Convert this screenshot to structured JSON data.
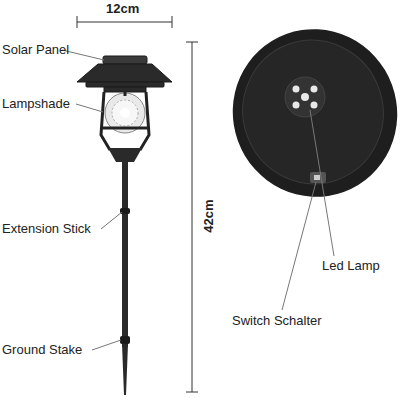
{
  "diagram": {
    "labels": [
      "12cm",
      "Solar Panel",
      "Lampshade",
      "Extension Stick",
      "Ground Stake",
      "42cm",
      "Led Lamp",
      "Switch Schalter"
    ]
  }
}
